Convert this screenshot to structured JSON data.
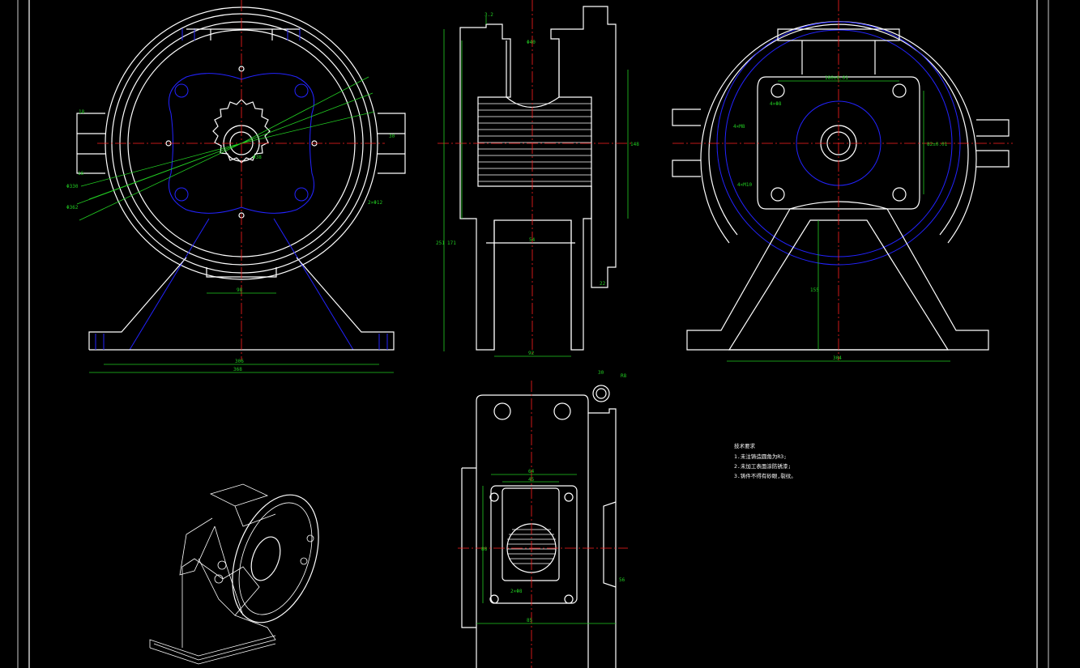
{
  "drawing": {
    "colors": {
      "background": "#000000",
      "outline": "#ffffff",
      "hidden": "#2323ff",
      "center": "#ff2020",
      "dimension": "#22cc22"
    },
    "dims_left": {
      "width_total": "368",
      "width_base": "306",
      "hole_pitch": "98",
      "d_bore": "Φ38",
      "d_big": "Φ330",
      "d_outer": "Φ362",
      "mount": "2×Φ12",
      "h_lug": "18",
      "lug_w": "30",
      "lug_h": "16"
    },
    "dims_mid": {
      "top": "Φ40",
      "bore": "54",
      "depth": "148",
      "height": "251",
      "height2": "171",
      "base": "92",
      "foot": "22",
      "slot": "3.2"
    },
    "dims_right": {
      "pitch_h": "180±0.01",
      "pitch_v": "82±0.01",
      "height": "155",
      "base": "304",
      "thread": "4×M8",
      "holes": "4×Φ8",
      "keyway": "4×M10"
    },
    "dims_bottom": {
      "width": "64",
      "inner": "45",
      "height": "88",
      "bolt": "2×Φ8",
      "base": "85",
      "boss": "30",
      "pitch": "56",
      "r": "R8"
    },
    "notes": {
      "title": "技术要求",
      "line1": "1.未注铸造圆角为R3;",
      "line2": "2.未加工表面涂防锈漆;",
      "line3": "3.铸件不得有砂眼,裂纹。"
    }
  }
}
